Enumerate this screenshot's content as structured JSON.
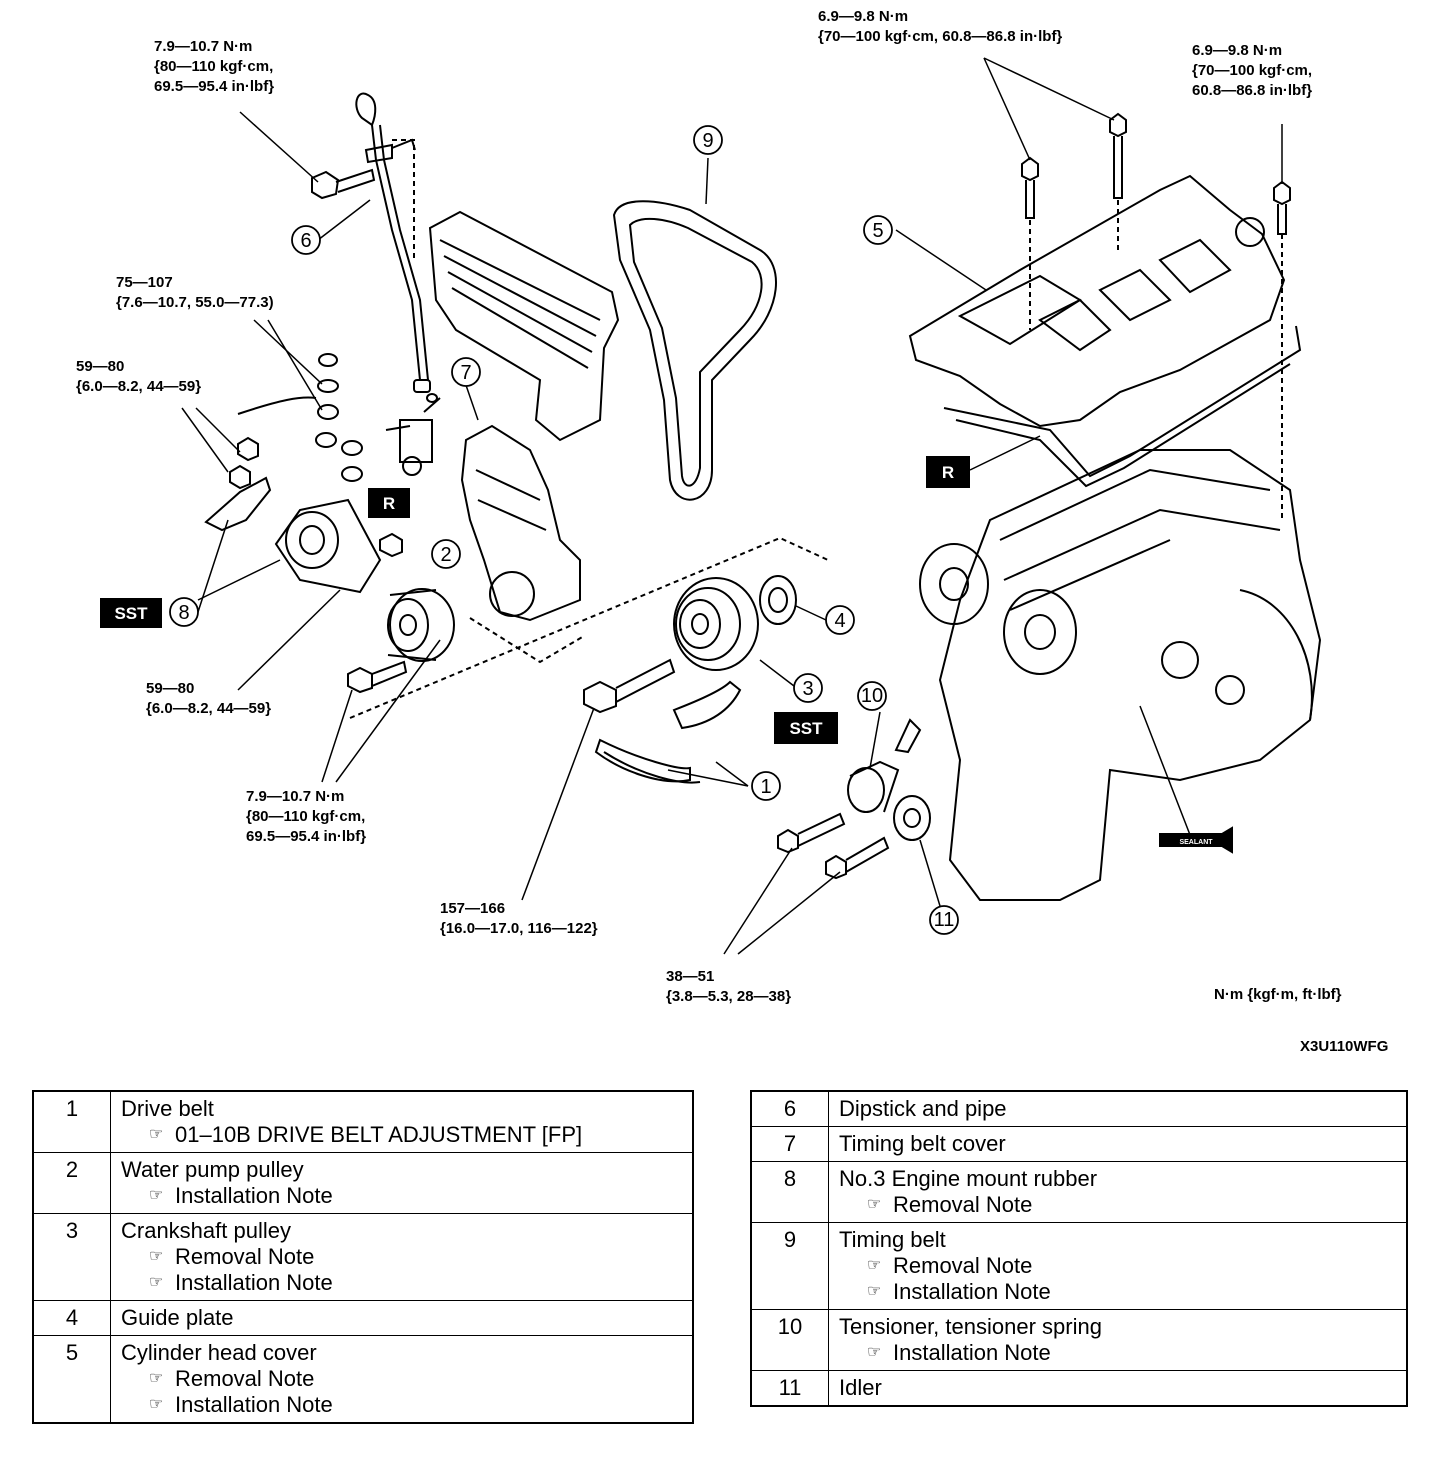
{
  "torque_labels": {
    "dipstick_bolt": [
      "7.9—10.7 N·m",
      "{80—110 kgf·cm,",
      "69.5—95.4 in·lbf}"
    ],
    "mount_upper": [
      "75—107",
      "{7.6—10.7, 55.0—77.3)"
    ],
    "mount_left": [
      "59—80",
      "{6.0—8.2, 44—59}"
    ],
    "mount_lower": [
      "59—80",
      "{6.0—8.2, 44—59}"
    ],
    "cover_bolts": [
      "7.9—10.7 N·m",
      "{80—110 kgf·cm,",
      "69.5—95.4 in·lbf}"
    ],
    "crank_bolt": [
      "157—166",
      "{16.0—17.0, 116—122}"
    ],
    "tensioner_bolts": [
      "38—51",
      "{3.8—5.3, 28—38}"
    ],
    "head_cover_top": [
      "6.9—9.8 N·m",
      "{70—100 kgf·cm, 60.8—86.8 in·lbf}"
    ],
    "head_cover_right": [
      "6.9—9.8 N·m",
      "{70—100 kgf·cm,",
      "60.8—86.8 in·lbf}"
    ]
  },
  "units_note": "N·m {kgf·m, ft·lbf}",
  "figure_code": "X3U110WFG",
  "tags": {
    "replace": "R",
    "special_tool": "SST",
    "sealant": "SEALANT"
  },
  "callouts": [
    "1",
    "2",
    "3",
    "4",
    "5",
    "6",
    "7",
    "8",
    "9",
    "10",
    "11"
  ],
  "parts_left": [
    {
      "num": "1",
      "name": "Drive belt",
      "notes": [
        "01–10B DRIVE BELT ADJUSTMENT [FP]"
      ]
    },
    {
      "num": "2",
      "name": "Water pump pulley",
      "notes": [
        "Installation Note"
      ]
    },
    {
      "num": "3",
      "name": "Crankshaft pulley",
      "notes": [
        "Removal Note",
        "Installation Note"
      ]
    },
    {
      "num": "4",
      "name": "Guide plate",
      "notes": []
    },
    {
      "num": "5",
      "name": "Cylinder head cover",
      "notes": [
        "Removal Note",
        "Installation Note"
      ]
    }
  ],
  "parts_right": [
    {
      "num": "6",
      "name": "Dipstick and pipe",
      "notes": []
    },
    {
      "num": "7",
      "name": "Timing belt cover",
      "notes": []
    },
    {
      "num": "8",
      "name": "No.3 Engine mount rubber",
      "notes": [
        "Removal Note"
      ]
    },
    {
      "num": "9",
      "name": "Timing belt",
      "notes": [
        "Removal Note",
        "Installation Note"
      ]
    },
    {
      "num": "10",
      "name": "Tensioner, tensioner spring",
      "notes": [
        "Installation Note"
      ]
    },
    {
      "num": "11",
      "name": "Idler",
      "notes": []
    }
  ],
  "ref_icon": "pointing-hand-icon"
}
